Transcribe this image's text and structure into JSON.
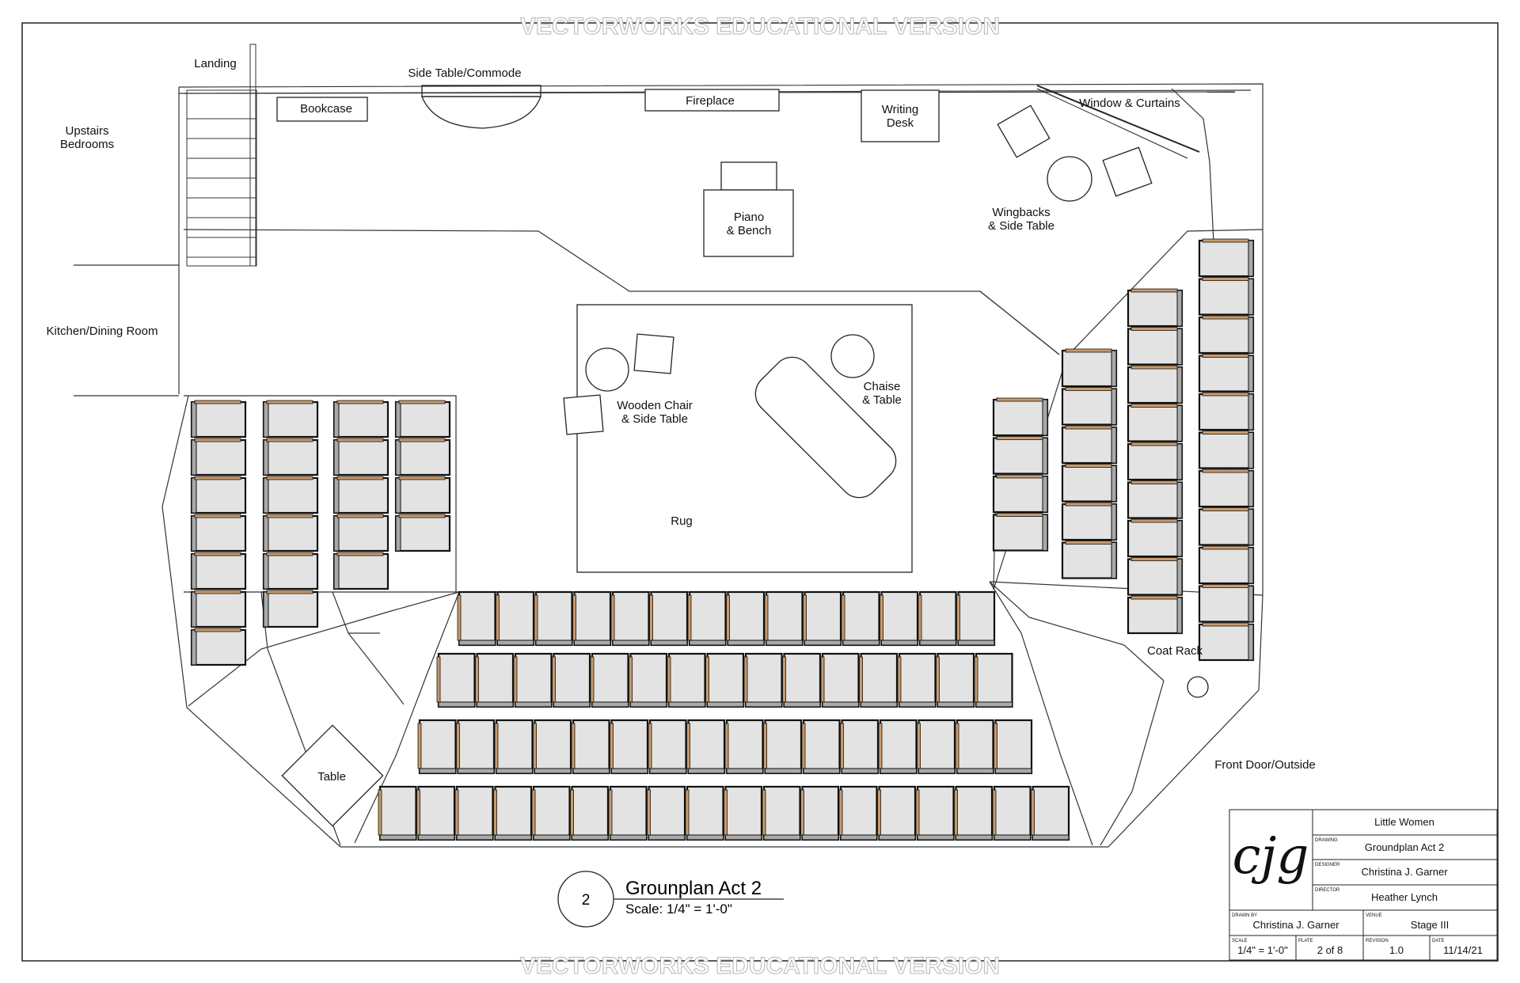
{
  "watermark": "VECTORWORKS EDUCATIONAL VERSION",
  "colors": {
    "line": "#333333",
    "seat_fill": "#e3e3e3",
    "seat_stroke": "#111111",
    "seat_divider": "#c99a6b",
    "background": "#ffffff"
  },
  "areas": {
    "landing": "Landing",
    "upstairs": "Upstairs\nBedrooms",
    "kitchen": "Kitchen/Dining Room",
    "front_door": "Front Door/Outside",
    "coat_rack": "Coat Rack"
  },
  "furniture": {
    "bookcase": "Bookcase",
    "side_table": "Side Table/Commode",
    "fireplace": "Fireplace",
    "writing_desk": "Writing\nDesk",
    "window": "Window & Curtains",
    "wingbacks": "Wingbacks\n& Side Table",
    "piano": "Piano\n& Bench",
    "wooden_chair": "Wooden Chair\n& Side Table",
    "chaise": "Chaise\n& Table",
    "rug": "Rug",
    "table": "Table"
  },
  "drawing_label": {
    "number": "2",
    "title": "Grounplan Act 2",
    "scale": "Scale: 1/4\" = 1'-0\""
  },
  "title_block": {
    "logo": "cjg",
    "show": "Little Women",
    "drawing_caption": "DRAWING",
    "drawing": "Groundplan Act 2",
    "designer_caption": "DESIGNER",
    "designer": "Christina J. Garner",
    "director_caption": "DIRECTOR",
    "director": "Heather Lynch",
    "drawn_by_caption": "DRAWN BY",
    "drawn_by": "Christina J. Garner",
    "venue_caption": "VENUE",
    "venue": "Stage III",
    "scale_caption": "SCALE",
    "scale": "1/4\" = 1'-0\"",
    "plate_caption": "PLATE",
    "plate": "2  of  8",
    "revision_caption": "REVISION",
    "revision": "1.0",
    "date_caption": "DATE",
    "date": "11/14/21"
  }
}
